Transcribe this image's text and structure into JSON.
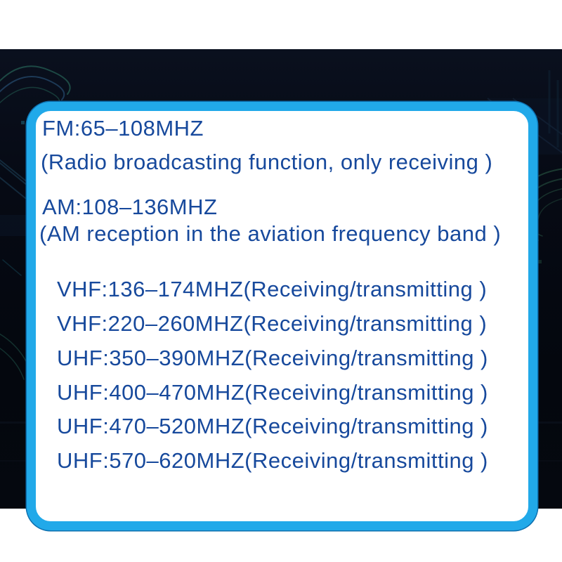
{
  "colors": {
    "text_blue": "#17499c",
    "card_border": "#21a9e9",
    "card_border_rim": "#0d6fae",
    "banner_bg": "#05080f",
    "page_bg": "#ffffff",
    "card_bg": "#ffffff",
    "trace_teal": "#2d7a66",
    "trace_blue": "#2c567f",
    "trace_green": "#2a5a45"
  },
  "decor": {
    "left_icon": "circuit-traces-left",
    "right_icon": "circuit-traces-right"
  },
  "card": {
    "fm_title": "FM:65–108MHZ",
    "fm_desc": "(Radio broadcasting function, only receiving )",
    "am_title": "AM:108–136MHZ",
    "am_desc": "(AM reception in the aviation frequency band )",
    "bands": [
      {
        "label": "VHF:136–174MHZ(Receiving/transmitting )"
      },
      {
        "label": "VHF:220–260MHZ(Receiving/transmitting )"
      },
      {
        "label": "UHF:350–390MHZ(Receiving/transmitting )"
      },
      {
        "label": "UHF:400–470MHZ(Receiving/transmitting )"
      },
      {
        "label": "UHF:470–520MHZ(Receiving/transmitting )"
      },
      {
        "label": "UHF:570–620MHZ(Receiving/transmitting )"
      }
    ]
  }
}
